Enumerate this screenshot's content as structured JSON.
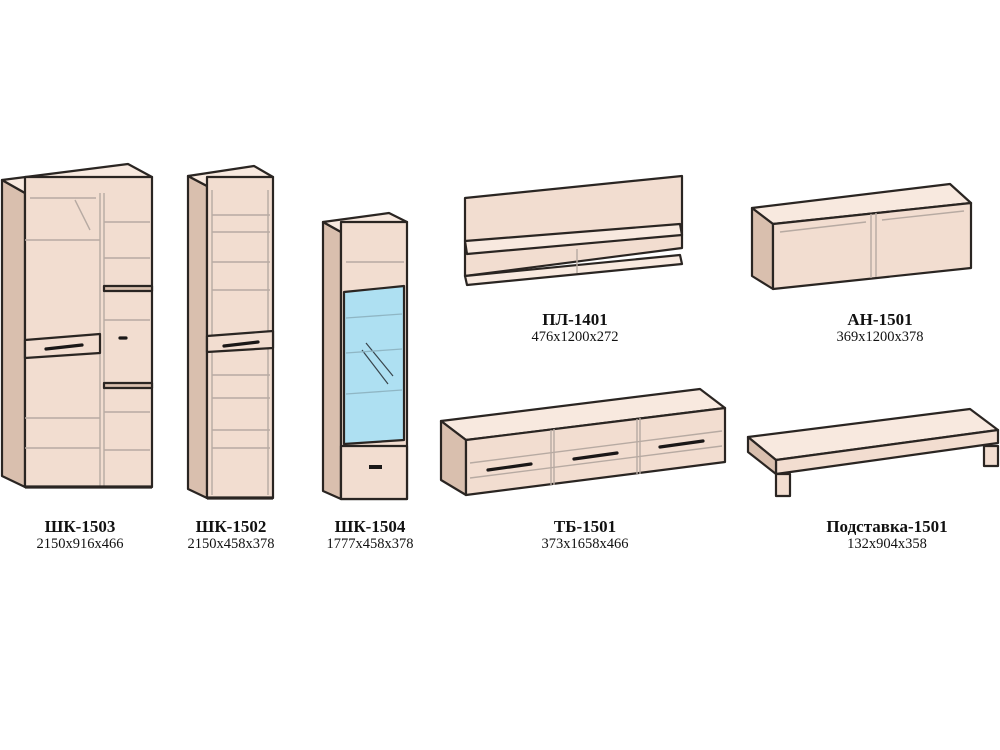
{
  "colors": {
    "body": "#f2ddd0",
    "body_light": "#f8e9df",
    "body_dark": "#d9bfae",
    "edge": "#2a2522",
    "inner_line": "#b7aaa2",
    "glass": "#aee0f2",
    "handle": "#1a1717"
  },
  "items": [
    {
      "id": "shk1503",
      "name": "ШК-1503",
      "dims": "2150x916x466"
    },
    {
      "id": "shk1502",
      "name": "ШК-1502",
      "dims": "2150x458x378"
    },
    {
      "id": "shk1504",
      "name": "ШК-1504",
      "dims": "1777x458x378"
    },
    {
      "id": "pl1401",
      "name": "ПЛ-1401",
      "dims": "476x1200x272"
    },
    {
      "id": "an1501",
      "name": "АН-1501",
      "dims": "369x1200x378"
    },
    {
      "id": "tb1501",
      "name": "ТБ-1501",
      "dims": "373x1658x466"
    },
    {
      "id": "pod1501",
      "name": "Подставка-1501",
      "dims": "132x904x358"
    }
  ]
}
